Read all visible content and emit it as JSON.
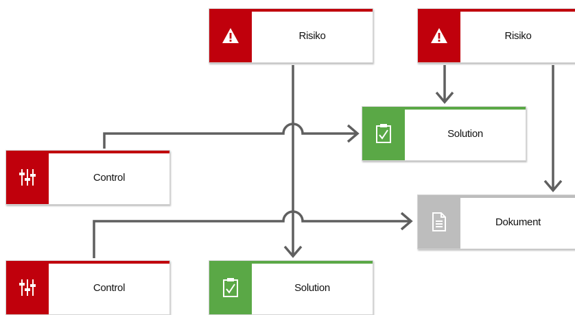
{
  "colors": {
    "risk_red": "#c0000c",
    "control_red": "#c0000c",
    "solution_green": "#5aa846",
    "document_gray": "#bdbdbd",
    "connector": "#5f5f5f"
  },
  "nodes": {
    "risk_1": {
      "label": "Risiko",
      "icon": "warning-triangle-icon"
    },
    "risk_2": {
      "label": "Risiko",
      "icon": "warning-triangle-icon"
    },
    "solution_1": {
      "label": "Solution",
      "icon": "clipboard-check-icon"
    },
    "solution_2": {
      "label": "Solution",
      "icon": "clipboard-check-icon"
    },
    "control_1": {
      "label": "Control",
      "icon": "sliders-icon"
    },
    "control_2": {
      "label": "Control",
      "icon": "sliders-icon"
    },
    "document_1": {
      "label": "Dokument",
      "icon": "document-icon"
    }
  }
}
